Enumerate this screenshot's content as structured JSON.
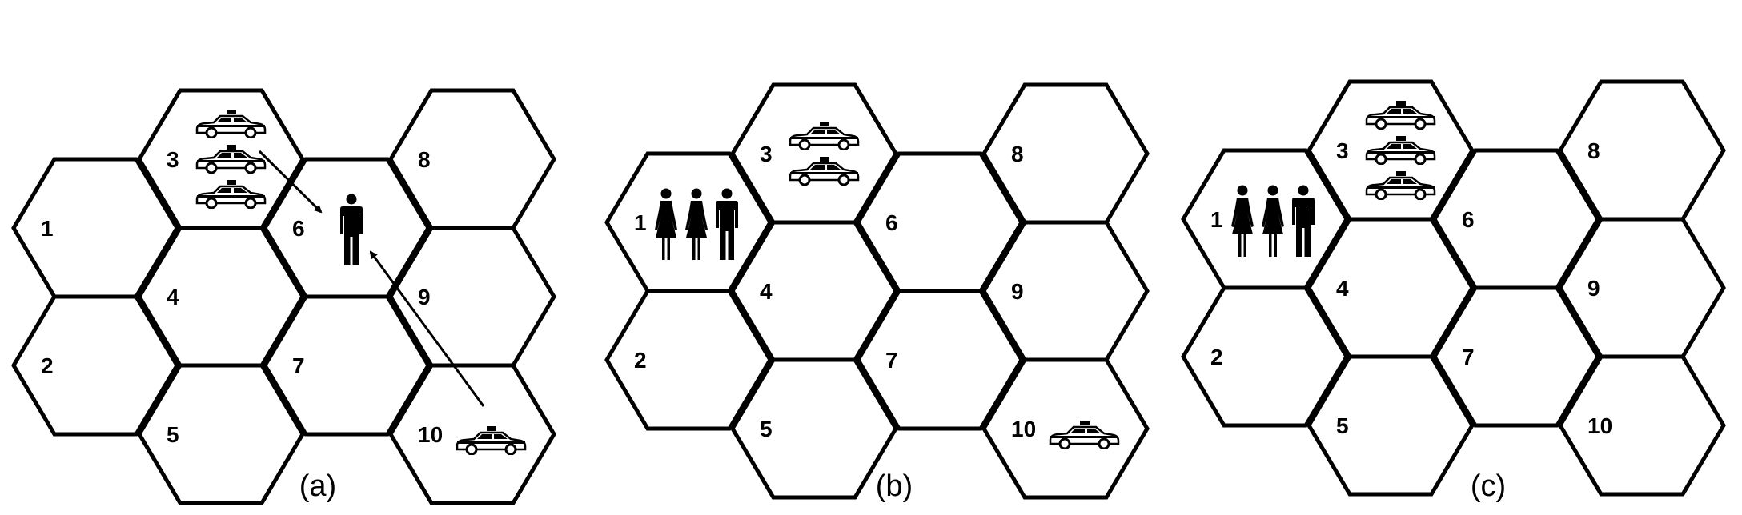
{
  "colors": {
    "stroke": "#000000",
    "background": "#ffffff",
    "icon": "#000000"
  },
  "icons": {
    "taxi": "taxi-icon",
    "man": "man-icon",
    "woman": "woman-icon"
  },
  "panels": [
    {
      "caption": "(a)",
      "cells": [
        {
          "id": "1",
          "label": "1",
          "taxis": 0,
          "people": []
        },
        {
          "id": "2",
          "label": "2",
          "taxis": 0,
          "people": []
        },
        {
          "id": "3",
          "label": "3",
          "taxis": 3,
          "people": []
        },
        {
          "id": "4",
          "label": "4",
          "taxis": 0,
          "people": []
        },
        {
          "id": "5",
          "label": "5",
          "taxis": 0,
          "people": []
        },
        {
          "id": "6",
          "label": "6",
          "taxis": 0,
          "people": [
            "man"
          ]
        },
        {
          "id": "7",
          "label": "7",
          "taxis": 0,
          "people": []
        },
        {
          "id": "8",
          "label": "8",
          "taxis": 0,
          "people": []
        },
        {
          "id": "9",
          "label": "9",
          "taxis": 0,
          "people": []
        },
        {
          "id": "10",
          "label": "10",
          "taxis": 1,
          "people": []
        }
      ],
      "arrows": [
        {
          "from": "3",
          "to": "6"
        },
        {
          "from": "10",
          "to": "6"
        }
      ]
    },
    {
      "caption": "(b)",
      "cells": [
        {
          "id": "1",
          "label": "1",
          "taxis": 0,
          "people": [
            "woman",
            "woman",
            "man"
          ]
        },
        {
          "id": "2",
          "label": "2",
          "taxis": 0,
          "people": []
        },
        {
          "id": "3",
          "label": "3",
          "taxis": 2,
          "people": []
        },
        {
          "id": "4",
          "label": "4",
          "taxis": 0,
          "people": []
        },
        {
          "id": "5",
          "label": "5",
          "taxis": 0,
          "people": []
        },
        {
          "id": "6",
          "label": "6",
          "taxis": 0,
          "people": []
        },
        {
          "id": "7",
          "label": "7",
          "taxis": 0,
          "people": []
        },
        {
          "id": "8",
          "label": "8",
          "taxis": 0,
          "people": []
        },
        {
          "id": "9",
          "label": "9",
          "taxis": 0,
          "people": []
        },
        {
          "id": "10",
          "label": "10",
          "taxis": 1,
          "people": []
        }
      ],
      "arrows": []
    },
    {
      "caption": "(c)",
      "cells": [
        {
          "id": "1",
          "label": "1",
          "taxis": 0,
          "people": [
            "woman",
            "woman",
            "man"
          ]
        },
        {
          "id": "2",
          "label": "2",
          "taxis": 0,
          "people": []
        },
        {
          "id": "3",
          "label": "3",
          "taxis": 3,
          "people": []
        },
        {
          "id": "4",
          "label": "4",
          "taxis": 0,
          "people": []
        },
        {
          "id": "5",
          "label": "5",
          "taxis": 0,
          "people": []
        },
        {
          "id": "6",
          "label": "6",
          "taxis": 0,
          "people": []
        },
        {
          "id": "7",
          "label": "7",
          "taxis": 0,
          "people": []
        },
        {
          "id": "8",
          "label": "8",
          "taxis": 0,
          "people": []
        },
        {
          "id": "9",
          "label": "9",
          "taxis": 0,
          "people": []
        },
        {
          "id": "10",
          "label": "10",
          "taxis": 0,
          "people": []
        }
      ],
      "arrows": []
    }
  ]
}
